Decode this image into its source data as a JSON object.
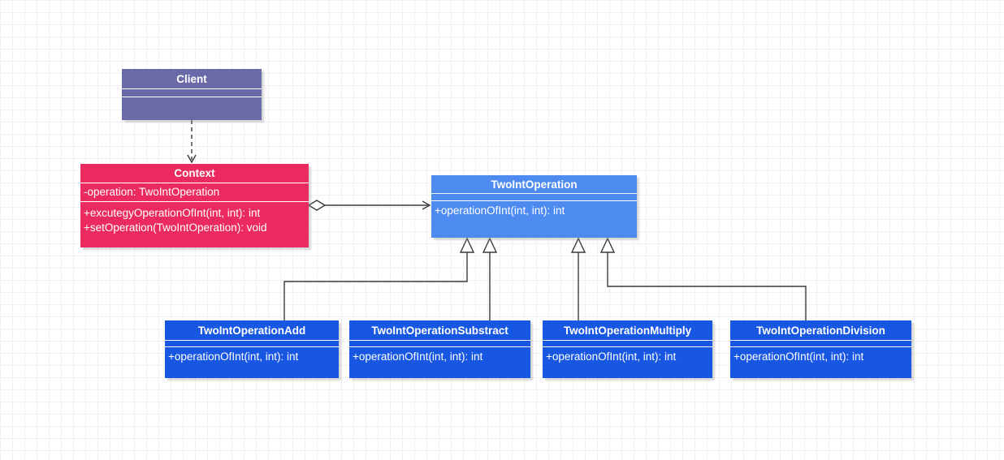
{
  "diagram": {
    "type": "uml-class-diagram",
    "pattern": "strategy",
    "classes": {
      "client": {
        "title": "Client",
        "attributes": [],
        "methods": []
      },
      "context": {
        "title": "Context",
        "attributes": [
          "-operation: TwoIntOperation"
        ],
        "methods": [
          "+excutegyOperationOfInt(int, int): int",
          "+setOperation(TwoIntOperation): void"
        ]
      },
      "interface": {
        "title": "TwoIntOperation",
        "attributes": [],
        "methods": [
          "+operationOfInt(int, int): int"
        ]
      },
      "add": {
        "title": "TwoIntOperationAdd",
        "attributes": [],
        "methods": [
          "+operationOfInt(int, int): int"
        ]
      },
      "substract": {
        "title": "TwoIntOperationSubstract",
        "attributes": [],
        "methods": [
          "+operationOfInt(int, int): int"
        ]
      },
      "multiply": {
        "title": "TwoIntOperationMultiply",
        "attributes": [],
        "methods": [
          "+operationOfInt(int, int): int"
        ]
      },
      "division": {
        "title": "TwoIntOperationDivision",
        "attributes": [],
        "methods": [
          "+operationOfInt(int, int): int"
        ]
      }
    },
    "relationships": [
      {
        "type": "dependency",
        "from": "Client",
        "to": "Context",
        "style": "dashed-open-arrow"
      },
      {
        "type": "aggregation",
        "from": "Context",
        "to": "TwoIntOperation",
        "style": "hollow-diamond-open-arrow"
      },
      {
        "type": "generalization",
        "from": "TwoIntOperationAdd",
        "to": "TwoIntOperation",
        "style": "hollow-triangle"
      },
      {
        "type": "generalization",
        "from": "TwoIntOperationSubstract",
        "to": "TwoIntOperation",
        "style": "hollow-triangle"
      },
      {
        "type": "generalization",
        "from": "TwoIntOperationMultiply",
        "to": "TwoIntOperation",
        "style": "hollow-triangle"
      },
      {
        "type": "generalization",
        "from": "TwoIntOperationDivision",
        "to": "TwoIntOperation",
        "style": "hollow-triangle"
      }
    ],
    "colors": {
      "client_fill": "#6a6aa8",
      "context_fill": "#eb2b5f",
      "interface_fill": "#4d8bf0",
      "implementation_fill": "#1757e2",
      "text": "#ffffff",
      "connector_stroke": "#3b3b3b",
      "grid_line": "#f1f1f1",
      "canvas_bg": "#ffffff"
    }
  }
}
